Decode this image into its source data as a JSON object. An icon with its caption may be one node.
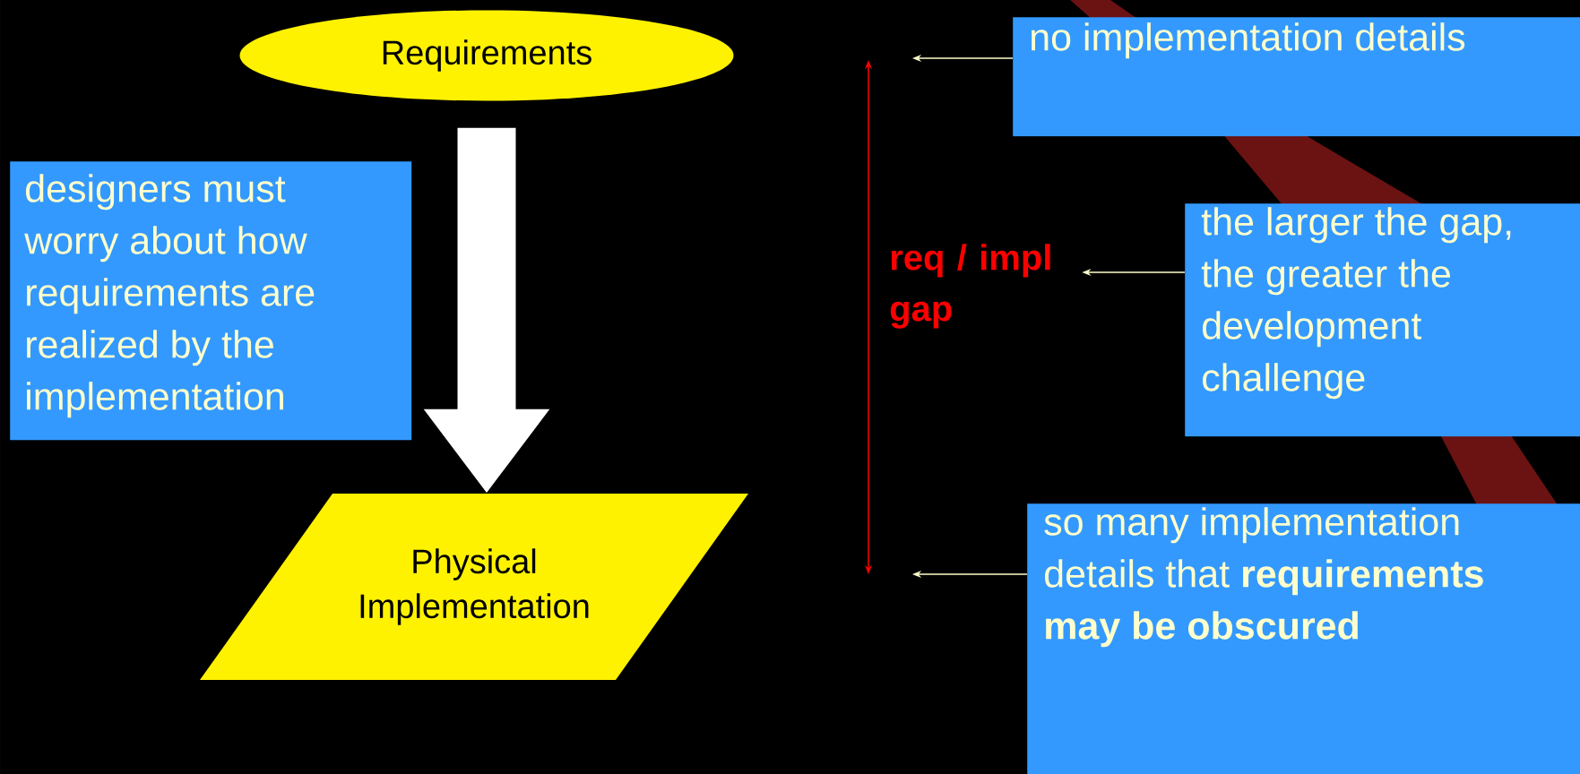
{
  "diagram": {
    "nodes": [
      {
        "text": [
          "Requirements"
        ]
      },
      {
        "text": [
          "designers must worry about how requirements are realized by the implementation"
        ]
      },
      {
        "text": [
          "Physical Implementation"
        ]
      },
      {
        "text": [
          "no implementation details"
        ]
      },
      {
        "text": [
          "req / impl gap"
        ]
      },
      {
        "text": [
          "the larger the gap, the greater the development challenge"
        ]
      },
      {
        "text": [
          "so many implementation details that **requirements may be obscured**"
        ]
      }
    ],
    "edges": [
      {
        "from": 0,
        "to": 2,
        "arrow": "to",
        "style": "thick",
        "color": "#ffffff"
      },
      {
        "from": 3,
        "to": null,
        "arrow": "to"
      },
      {
        "from": 5,
        "to": 4,
        "arrow": "to"
      },
      {
        "from": 6,
        "to": null,
        "arrow": "to"
      }
    ]
  }
}
